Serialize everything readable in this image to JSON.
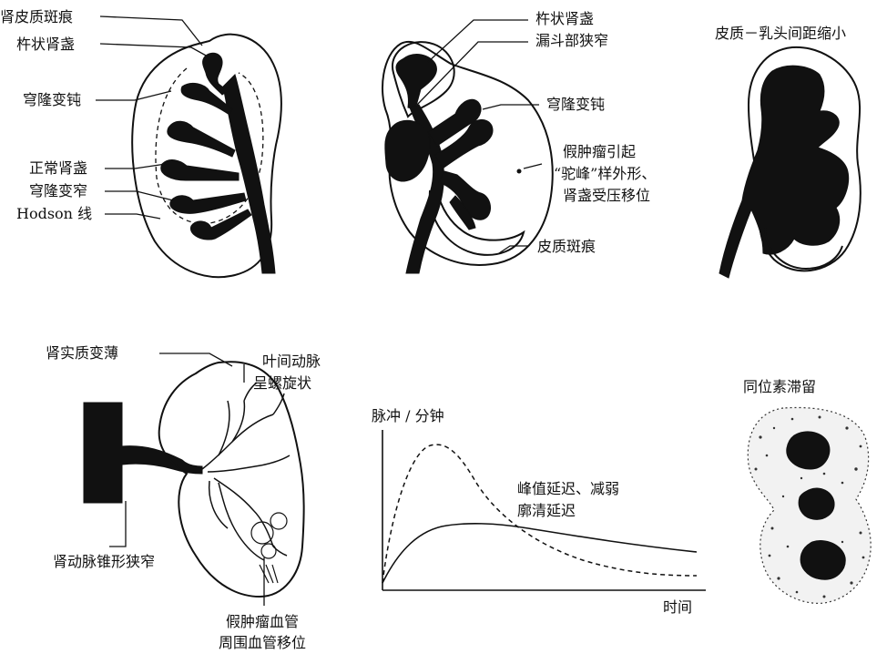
{
  "colors": {
    "ink": "#111111",
    "paper": "#ffffff"
  },
  "panel1": {
    "labels": [
      "肾皮质斑痕",
      "杵状肾盏",
      "穹隆变钝",
      "正常肾盏",
      "穹隆变窄",
      "Hodson 线"
    ]
  },
  "panel2": {
    "labels": [
      "杵状肾盏",
      "漏斗部狭窄",
      "穹隆变钝",
      "假肿瘤引起",
      "“驼峰”样外形、",
      "肾盏受压移位",
      "皮质斑痕"
    ]
  },
  "panel3": {
    "title": "皮质－乳头间距缩小"
  },
  "panel4": {
    "labels": [
      "肾实质变薄",
      "叶间动脉",
      "呈螺旋状",
      "肾动脉锥形狭窄",
      "假肿瘤血管",
      "周围血管移位"
    ]
  },
  "panel5": {
    "ylabel": "脉冲 / 分钟",
    "xlabel": "时间",
    "annotation_line1": "峰值延迟、减弱",
    "annotation_line2": "廓清延迟"
  },
  "panel6": {
    "title": "同位素滞留"
  }
}
